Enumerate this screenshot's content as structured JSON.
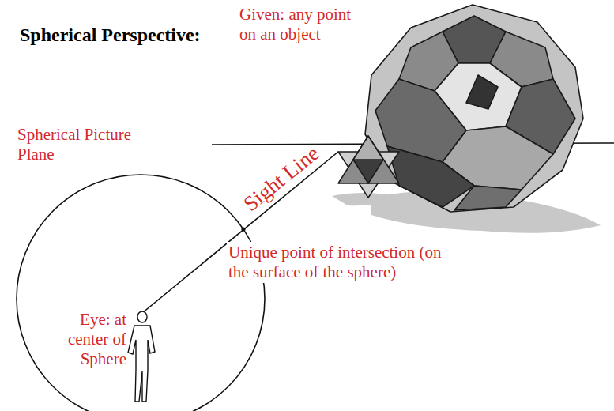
{
  "diagram": {
    "title": "Spherical Perspective:",
    "labels": [
      "Given:  any point on an object",
      "Sight Line",
      "Spherical Picture Plane",
      "Unique point of intersection (on the surface of the sphere)",
      "Eye: at center of Sphere"
    ]
  }
}
